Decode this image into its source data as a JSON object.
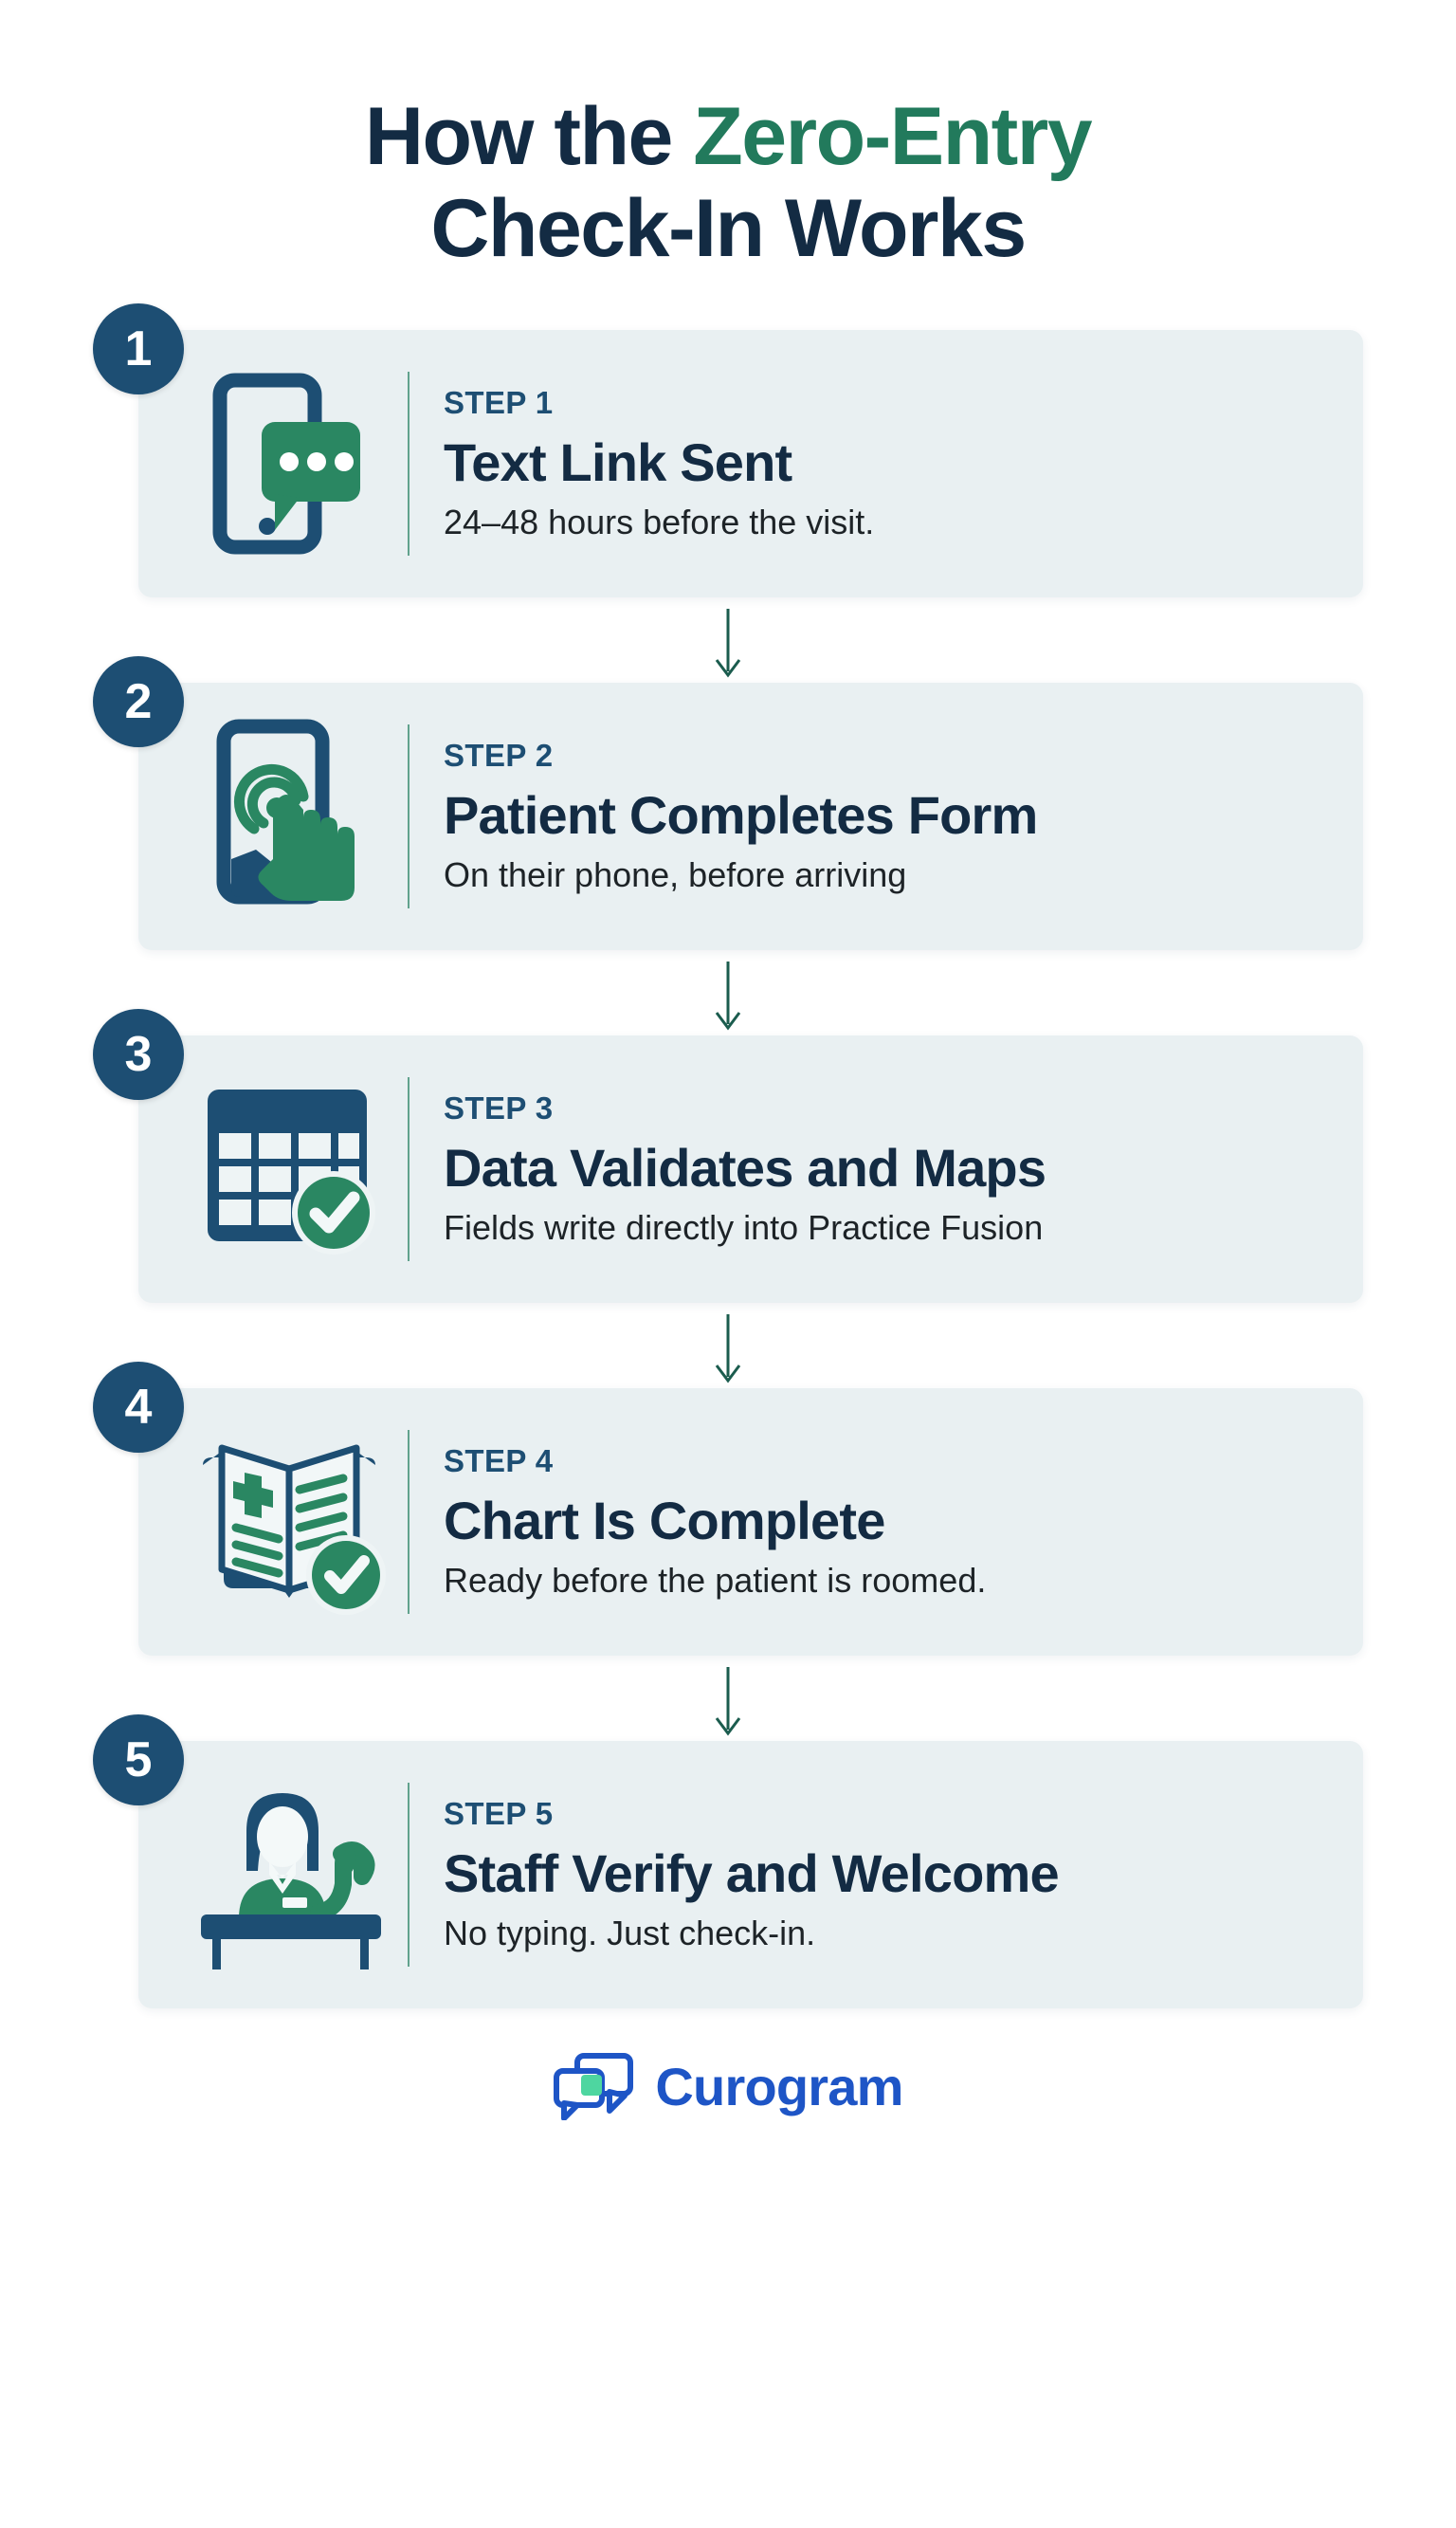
{
  "title": {
    "line1_plain": "How the ",
    "line1_accent": "Zero-Entry",
    "line2": "Check-In Works"
  },
  "colors": {
    "navy": "#1d4e73",
    "dark_navy": "#132b43",
    "green": "#2a8762",
    "title_green": "#227a5c",
    "card_bg": "#e9f0f2",
    "page_bg": "#ffffff",
    "logo_blue": "#1e55c6",
    "logo_green": "#4ed6a0"
  },
  "steps": [
    {
      "badge": "1",
      "label": "STEP 1",
      "title": "Text Link Sent",
      "desc": "24–48 hours before the visit.",
      "icon": "phone-message-icon"
    },
    {
      "badge": "2",
      "label": "STEP 2",
      "title": "Patient Completes Form",
      "desc": "On their phone, before arriving",
      "icon": "phone-touch-icon"
    },
    {
      "badge": "3",
      "label": "STEP 3",
      "title": "Data Validates and Maps",
      "desc": "Fields write directly into Practice Fusion",
      "icon": "table-check-icon"
    },
    {
      "badge": "4",
      "label": "STEP 4",
      "title": "Chart Is Complete",
      "desc": "Ready before the patient is roomed.",
      "icon": "medical-book-check-icon"
    },
    {
      "badge": "5",
      "label": "STEP 5",
      "title": "Staff Verify and Welcome",
      "desc": "No typing. Just check-in.",
      "icon": "staff-desk-icon"
    }
  ],
  "footer": {
    "brand": "Curogram",
    "logo_icon": "speech-bubbles-icon"
  }
}
